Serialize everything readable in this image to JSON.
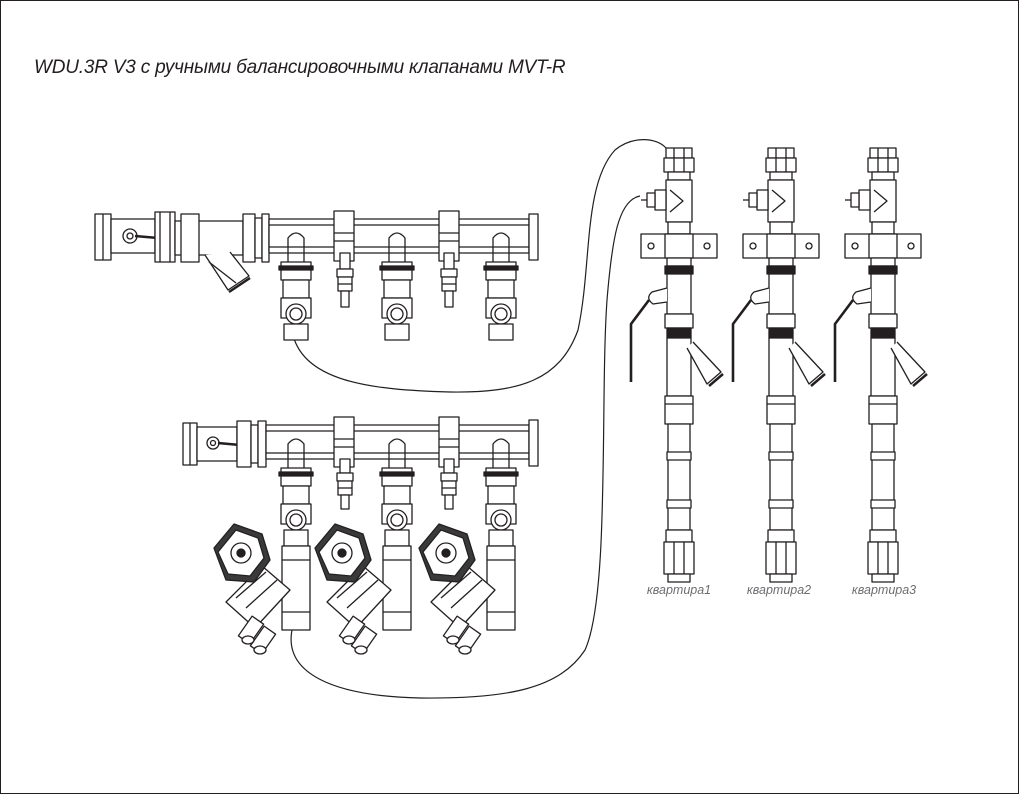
{
  "title": "WDU.3R V3 с ручными балансировочными клапанами MVT-R",
  "risers": [
    {
      "label": "квартира1"
    },
    {
      "label": "квартира2"
    },
    {
      "label": "квартира3"
    }
  ],
  "colors": {
    "line": "#231f20",
    "fill": "#ffffff",
    "dark": "#3a3a3a",
    "label": "#6d6e71"
  }
}
